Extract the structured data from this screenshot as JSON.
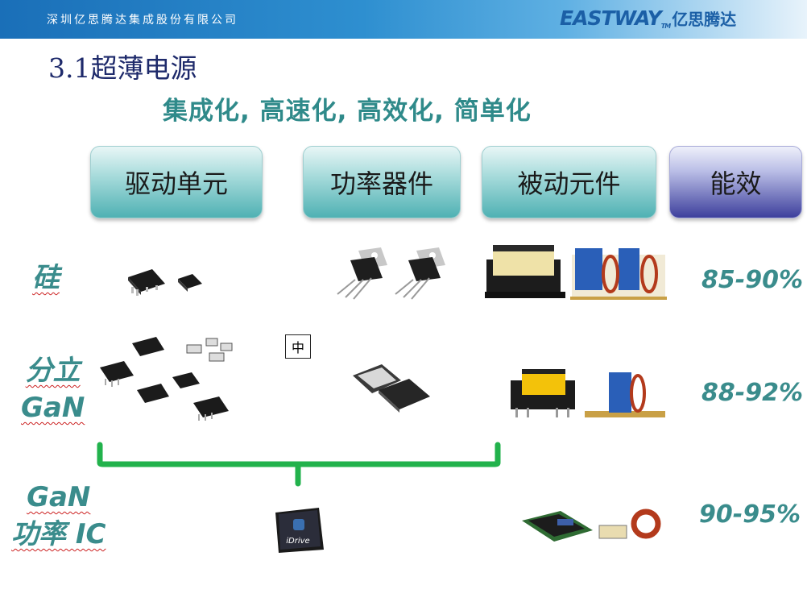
{
  "header": {
    "company": "深圳亿思腾达集成股份有限公司",
    "logo_en": "EASTWAY",
    "logo_tm": "TM",
    "logo_cn": "亿思腾达"
  },
  "slide": {
    "title": "3.1超薄电源",
    "subtitle": "集成化, 高速化, 高效化, 简单化"
  },
  "categories": {
    "drive": "驱动单元",
    "power": "功率器件",
    "passive": "被动元件",
    "efficiency": "能效"
  },
  "rows": {
    "si": {
      "label": "硅",
      "efficiency": "85-90%"
    },
    "gan": {
      "label_line1": "分立",
      "label_line2": "GaN",
      "efficiency": "88-92%"
    },
    "ic": {
      "label_line1": "GaN",
      "label_line2": "功率 IC",
      "efficiency": "90-95%"
    }
  },
  "misc": {
    "zhong": "中",
    "chip_mark": "iDrive"
  },
  "colors": {
    "header_blue": "#1a6fb8",
    "teal_text": "#3a8c8c",
    "title_navy": "#1e2a6b",
    "bracket_green": "#22b24c"
  }
}
